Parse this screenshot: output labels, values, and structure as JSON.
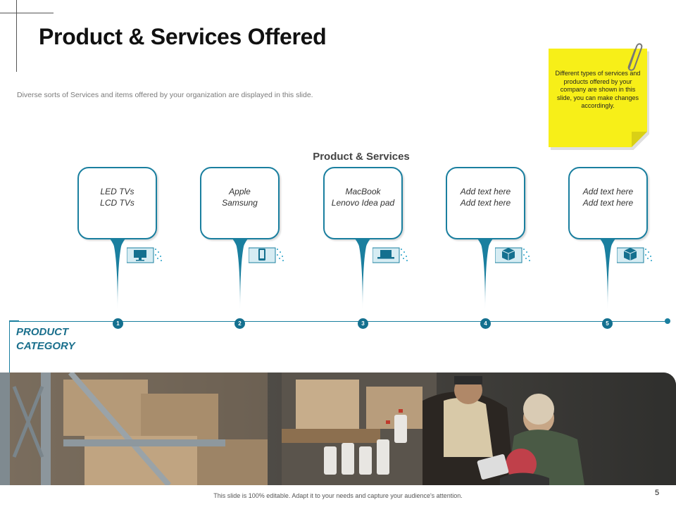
{
  "slide": {
    "title": "Product & Services Offered",
    "subtitle": "Diverse sorts of Services and items offered by your organization are displayed in this slide.",
    "footer": "This slide is 100% editable.  Adapt it to your needs and capture your audience's attention.",
    "page_number": "5"
  },
  "note": {
    "text": "Different types of services and products offered by your company are shown in this slide, you can make changes accordingly.",
    "color": "#f7ef18"
  },
  "diagram": {
    "heading": "Product & Services",
    "category_line1": "PRODUCT",
    "category_line2": "CATEGORY",
    "accent": "#1a7f9f",
    "items": [
      {
        "number": "1",
        "line1": "LED TVs",
        "line2": "LCD TVs",
        "icon": "monitor-icon"
      },
      {
        "number": "2",
        "line1": "Apple",
        "line2": "Samsung",
        "icon": "smartphone-icon"
      },
      {
        "number": "3",
        "line1": "MacBook",
        "line2": "Lenovo  Idea pad",
        "icon": "laptop-icon"
      },
      {
        "number": "4",
        "line1": "Add text here",
        "line2": "Add text here",
        "icon": "package-icon"
      },
      {
        "number": "5",
        "line1": "Add text here",
        "line2": "Add text here",
        "icon": "package-icon"
      }
    ]
  }
}
